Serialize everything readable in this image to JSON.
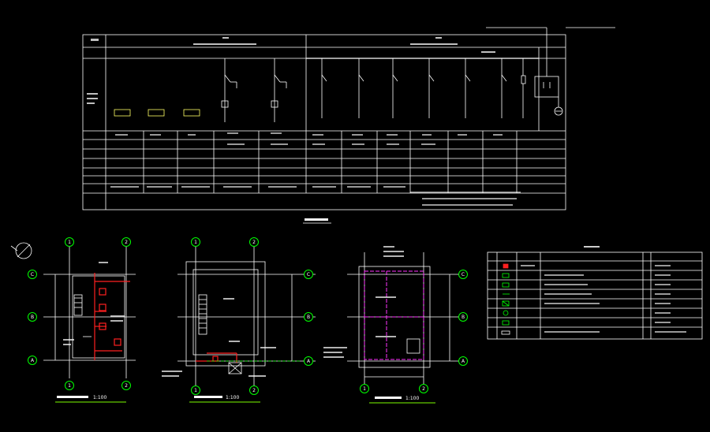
{
  "drawing_scales": {
    "plan_left": "1:100",
    "plan_middle": "1:100",
    "plan_right": "1:100"
  },
  "grid_axes": {
    "columns": [
      "1",
      "2"
    ],
    "rows": [
      "C",
      "B",
      "A"
    ]
  },
  "colors": {
    "background": "#000000",
    "lines": "#ffffff",
    "axis_circles": "#00ff00",
    "power_lines": "#ff2020",
    "grounding": "#ff33ff",
    "dims": "#ffff66"
  },
  "icons": [
    "north-arrow-icon",
    "ground-symbol-icon",
    "switch-symbol-icon",
    "meter-symbol-icon"
  ]
}
